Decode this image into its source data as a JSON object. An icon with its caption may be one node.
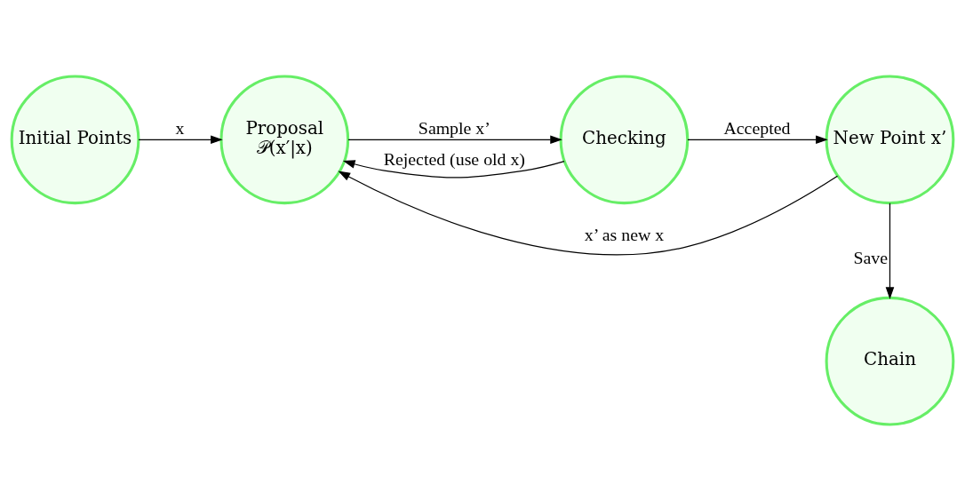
{
  "diagram": {
    "nodes": [
      {
        "text": [
          "Initial Points"
        ]
      },
      {
        "text": [
          "Proposal",
          "𝒫(x′|x)"
        ]
      },
      {
        "text": [
          "Checking"
        ]
      },
      {
        "text": [
          "New Point x’"
        ]
      },
      {
        "text": [
          "Chain"
        ]
      }
    ],
    "edges": [
      {
        "from": 0,
        "to": 1,
        "arrow": "to",
        "label": "x"
      },
      {
        "from": 1,
        "to": 2,
        "arrow": "to",
        "label": "Sample x’"
      },
      {
        "from": 2,
        "to": 3,
        "arrow": "to",
        "label": "Accepted"
      },
      {
        "from": 3,
        "to": 1,
        "arrow": "to",
        "label": "x’ as new x"
      },
      {
        "from": 2,
        "to": 1,
        "arrow": "to",
        "label": "Rejected (use old x)"
      },
      {
        "from": 3,
        "to": 4,
        "arrow": "to",
        "label": "Save"
      }
    ]
  }
}
